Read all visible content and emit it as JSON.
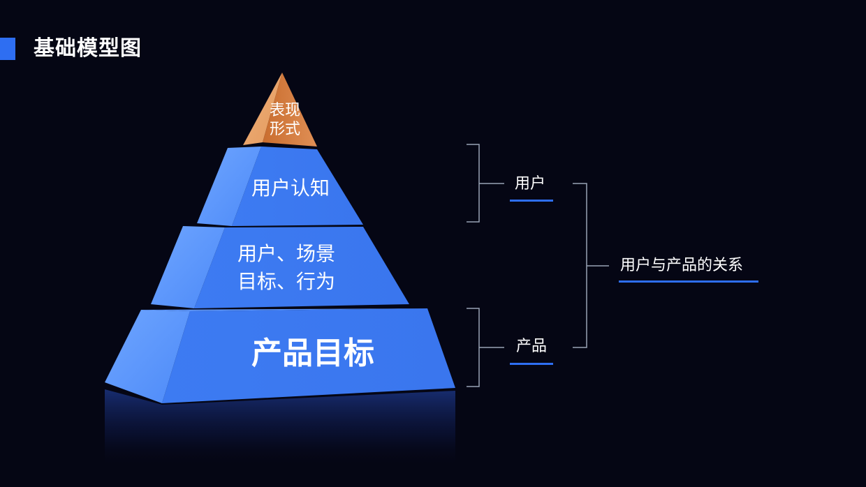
{
  "title": "基础模型图",
  "colors": {
    "background": "#050614",
    "accent": "#2e6ef2",
    "tier_blue": "#3e7ef4",
    "tier_top": "#d98648"
  },
  "pyramid": {
    "tiers": [
      {
        "lines": [
          "表现",
          "形式"
        ]
      },
      {
        "lines": [
          "用户认知"
        ]
      },
      {
        "lines": [
          "用户、场景",
          "目标、行为"
        ]
      },
      {
        "lines": [
          "产品目标"
        ]
      }
    ]
  },
  "brackets": {
    "users": "用户",
    "product": "产品",
    "relation": "用户与产品的关系"
  }
}
